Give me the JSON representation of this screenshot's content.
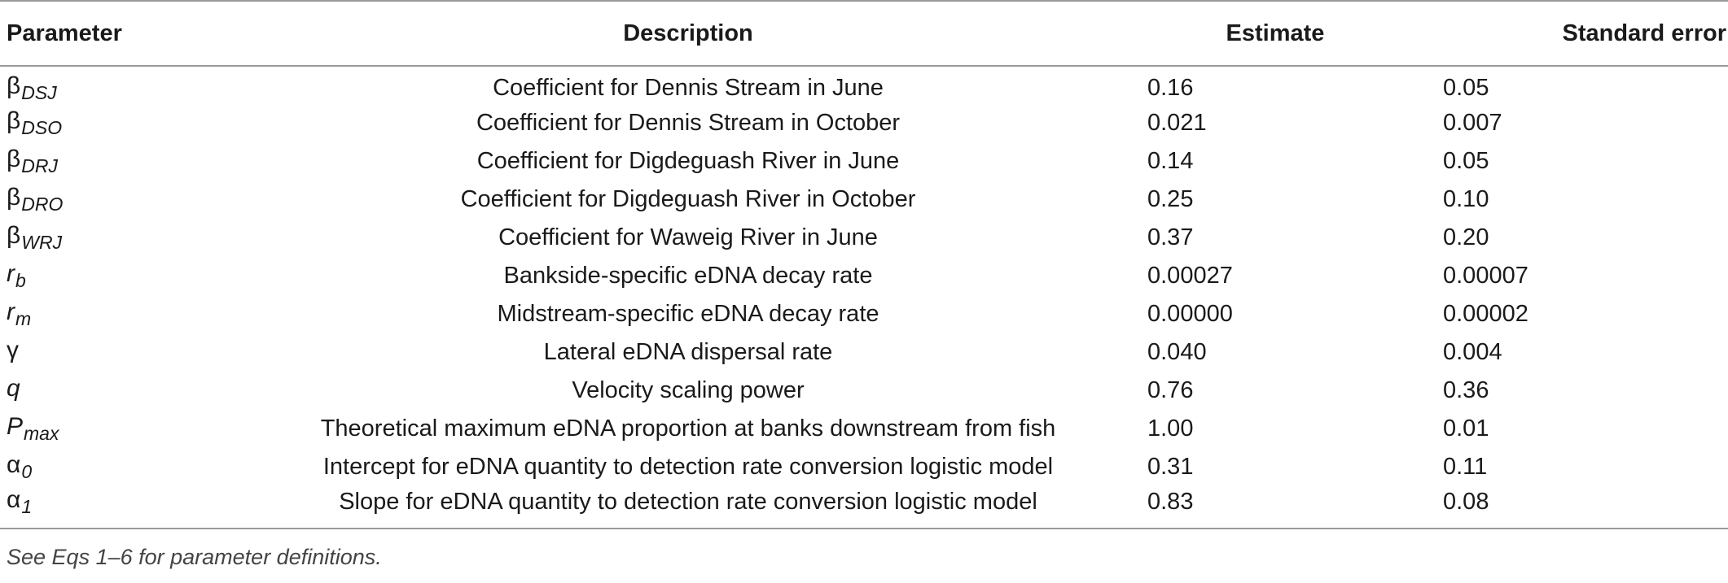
{
  "table": {
    "headers": {
      "parameter": "Parameter",
      "description": "Description",
      "estimate": "Estimate",
      "standard_error": "Standard error"
    },
    "rows": [
      {
        "symbol": "β",
        "subscript": "DSJ",
        "symbol_italic": false,
        "description": "Coefficient for Dennis Stream in June",
        "estimate": "0.16",
        "standard_error": "0.05"
      },
      {
        "symbol": "β",
        "subscript": "DSO",
        "symbol_italic": false,
        "description": "Coefficient for Dennis Stream in October",
        "estimate": "0.021",
        "standard_error": "0.007"
      },
      {
        "symbol": "β",
        "subscript": "DRJ",
        "symbol_italic": false,
        "description": "Coefficient for Digdeguash River in June",
        "estimate": "0.14",
        "standard_error": "0.05"
      },
      {
        "symbol": "β",
        "subscript": "DRO",
        "symbol_italic": false,
        "description": "Coefficient for Digdeguash River in October",
        "estimate": "0.25",
        "standard_error": "0.10"
      },
      {
        "symbol": "β",
        "subscript": "WRJ",
        "symbol_italic": false,
        "description": "Coefficient for Waweig River in June",
        "estimate": "0.37",
        "standard_error": "0.20"
      },
      {
        "symbol": "r",
        "subscript": "b",
        "symbol_italic": true,
        "description": "Bankside-specific eDNA decay rate",
        "estimate": "0.00027",
        "standard_error": "0.00007"
      },
      {
        "symbol": "r",
        "subscript": "m",
        "symbol_italic": true,
        "description": "Midstream-specific eDNA decay rate",
        "estimate": "0.00000",
        "standard_error": "0.00002"
      },
      {
        "symbol": "γ",
        "subscript": "",
        "symbol_italic": false,
        "description": "Lateral eDNA dispersal rate",
        "estimate": "0.040",
        "standard_error": "0.004"
      },
      {
        "symbol": "q",
        "subscript": "",
        "symbol_italic": true,
        "description": "Velocity scaling power",
        "estimate": "0.76",
        "standard_error": "0.36"
      },
      {
        "symbol": "P",
        "subscript": "max",
        "symbol_italic": true,
        "description": "Theoretical maximum eDNA proportion at banks downstream from fish",
        "estimate": "1.00",
        "standard_error": "0.01"
      },
      {
        "symbol": "α",
        "subscript": "0",
        "symbol_italic": false,
        "description": "Intercept for eDNA quantity to detection rate conversion logistic model",
        "estimate": "0.31",
        "standard_error": "0.11"
      },
      {
        "symbol": "α",
        "subscript": "1",
        "symbol_italic": false,
        "description": "Slope for eDNA quantity to detection rate conversion logistic model",
        "estimate": "0.83",
        "standard_error": "0.08"
      }
    ]
  },
  "footnote": "See Eqs 1–6 for parameter definitions."
}
